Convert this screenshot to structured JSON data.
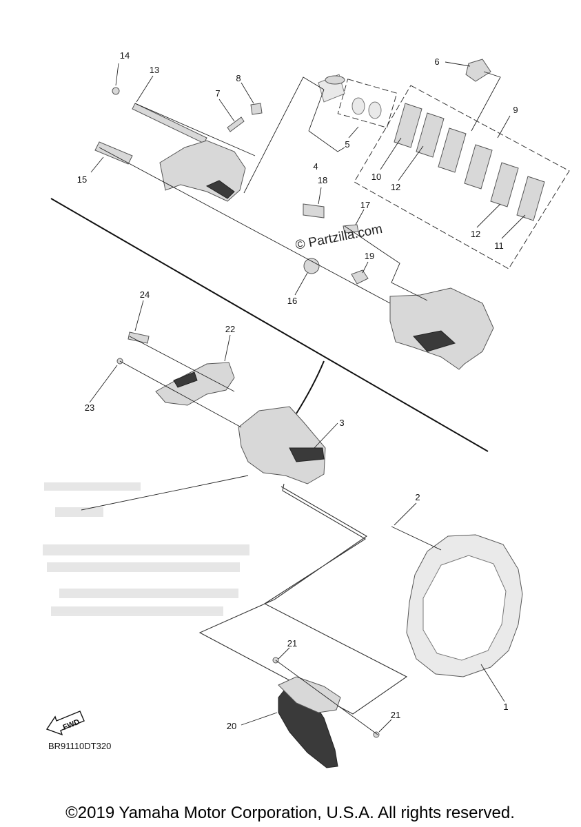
{
  "diagram": {
    "callouts": [
      {
        "id": "14",
        "text": "14"
      },
      {
        "id": "13",
        "text": "13"
      },
      {
        "id": "8",
        "text": "8"
      },
      {
        "id": "7",
        "text": "7"
      },
      {
        "id": "6",
        "text": "6"
      },
      {
        "id": "9",
        "text": "9"
      },
      {
        "id": "5",
        "text": "5"
      },
      {
        "id": "4",
        "text": "4"
      },
      {
        "id": "15",
        "text": "15"
      },
      {
        "id": "10",
        "text": "10"
      },
      {
        "id": "12a",
        "text": "12"
      },
      {
        "id": "18",
        "text": "18"
      },
      {
        "id": "17",
        "text": "17"
      },
      {
        "id": "12b",
        "text": "12"
      },
      {
        "id": "11",
        "text": "11"
      },
      {
        "id": "19",
        "text": "19"
      },
      {
        "id": "16",
        "text": "16"
      },
      {
        "id": "24",
        "text": "24"
      },
      {
        "id": "22",
        "text": "22"
      },
      {
        "id": "23",
        "text": "23"
      },
      {
        "id": "3",
        "text": "3"
      },
      {
        "id": "2",
        "text": "2"
      },
      {
        "id": "21a",
        "text": "21"
      },
      {
        "id": "1",
        "text": "1"
      },
      {
        "id": "21b",
        "text": "21"
      },
      {
        "id": "20",
        "text": "20"
      }
    ],
    "watermark": "© Partzilla.com",
    "fwd_label": "FWD",
    "drawing_code": "BR91110DT320",
    "copyright": "©2019 Yamaha Motor Corporation, U.S.A. All rights reserved."
  }
}
